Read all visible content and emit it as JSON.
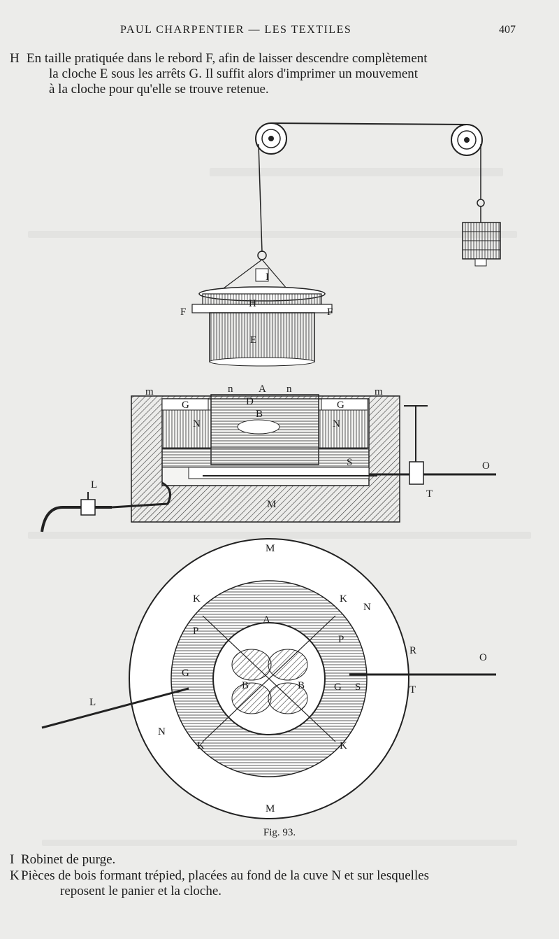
{
  "header": {
    "title": "PAUL CHARPENTIER — LES TEXTILES",
    "page_number": "407"
  },
  "legend_top": {
    "key": "H",
    "line1": "En taille pratiquée dans le rebord F, afin de laisser  descendre complètement",
    "line2": "la cloche E sous  les arrêts  G.  Il  suffit alors d'imprimer un mouvement",
    "line3": "à la cloche pour qu'elle se trouve retenue."
  },
  "figure": {
    "caption": "Fig. 93.",
    "labels": {
      "H": "H",
      "F": "F",
      "E": "E",
      "I": "I",
      "m": "m",
      "n": "n",
      "A": "A",
      "G": "G",
      "N": "N",
      "D": "D",
      "B": "B",
      "S": "S",
      "O": "O",
      "L": "L",
      "T": "T",
      "M": "M",
      "K": "K",
      "P": "P",
      "R": "R"
    }
  },
  "legend_bottom": [
    {
      "key": "I",
      "text": "Robinet de purge."
    },
    {
      "key": "K",
      "line1": "Pièces de bois formant trépied, placées au fond de la cuve N et sur lesquelles",
      "line2": "reposent le panier et la cloche."
    }
  ]
}
